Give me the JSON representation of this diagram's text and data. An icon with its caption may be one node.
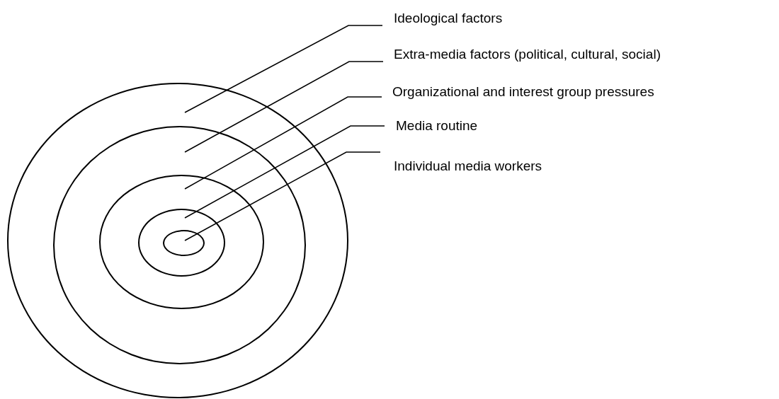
{
  "diagram": {
    "nodes": [
      {
        "text": [],
        "shape": "circle"
      },
      {
        "text": [],
        "shape": "circle",
        "in": 0
      },
      {
        "text": [],
        "shape": "circle",
        "in": 1
      },
      {
        "text": [],
        "shape": "circle",
        "in": 2
      },
      {
        "text": [],
        "shape": "circle",
        "in": 3
      },
      {
        "text": [
          "Ideological factors"
        ]
      },
      {
        "text": [
          "Extra-media factors (political, cultural, social)"
        ]
      },
      {
        "text": [
          "Organizational and interest group pressures"
        ]
      },
      {
        "text": [
          "Media routine"
        ]
      },
      {
        "text": [
          "Individual media workers"
        ]
      }
    ],
    "edges": [
      {
        "from": 5,
        "to": 0,
        "arrow": "none"
      },
      {
        "from": 6,
        "to": 1,
        "arrow": "none"
      },
      {
        "from": 7,
        "to": 2,
        "arrow": "none"
      },
      {
        "from": 8,
        "to": 3,
        "arrow": "none"
      },
      {
        "from": 9,
        "to": 4,
        "arrow": "none"
      }
    ]
  }
}
